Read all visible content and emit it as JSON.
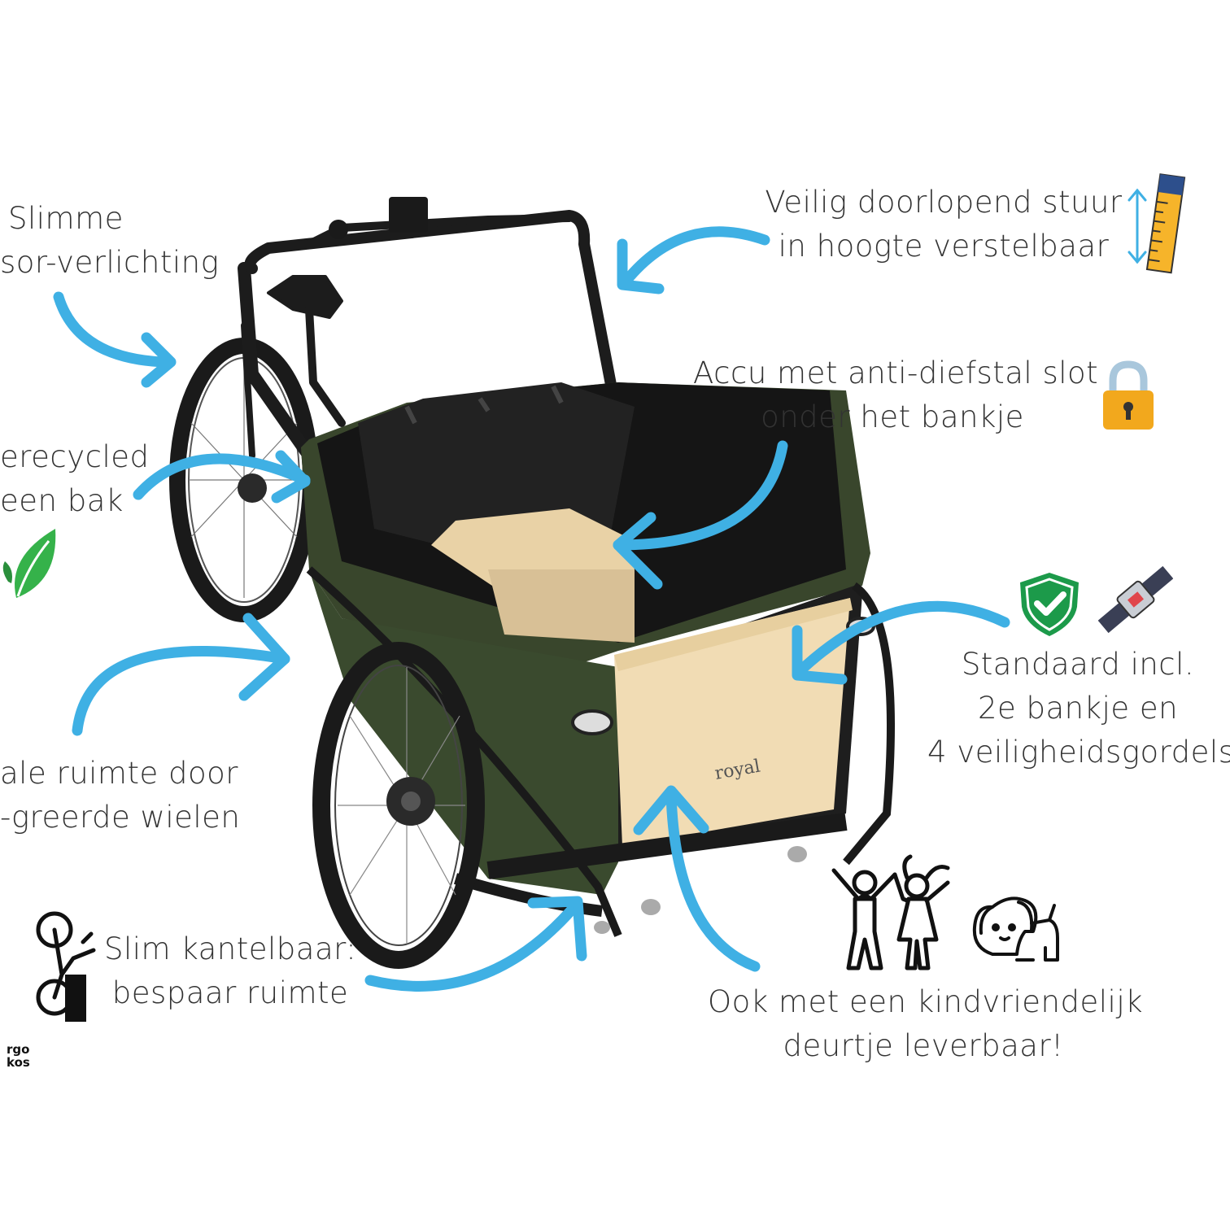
{
  "features": {
    "lighting": {
      "lines": [
        "Slimme",
        "sor-verlichting"
      ]
    },
    "steering": {
      "lines": [
        "Veilig doorlopend stuur",
        "in hoogte verstelbaar"
      ]
    },
    "battery": {
      "lines": [
        "Accu met anti-diefstal slot",
        "onder het bankje"
      ]
    },
    "recycled": {
      "lines": [
        "erecycled",
        "een bak"
      ]
    },
    "standard": {
      "lines": [
        "Standaard incl.",
        "2e bankje en",
        "4 veiligheidsgordels"
      ]
    },
    "space": {
      "lines": [
        "ale ruimte door",
        "-greerde wielen"
      ]
    },
    "tilt": {
      "lines": [
        "Slim kantelbaar:",
        "bespaar ruimte"
      ]
    },
    "door": {
      "lines": [
        "Ook met een kindvriendelijk",
        "deurtje leverbaar!"
      ]
    }
  },
  "brand_mark": "royal",
  "logo_lines": [
    "rgo",
    "kos"
  ],
  "colors": {
    "arrow": "#3fb0e4",
    "frame_green": "#3a4a2e",
    "wood": "#f1dcb4",
    "text": "#333333",
    "shield": "#1c9a4a",
    "lock_body": "#f2a81d",
    "leaf": "#35b24a"
  },
  "icons": [
    "ruler-icon",
    "lock-icon",
    "leaf-icon",
    "shield-check-icon",
    "seatbelt-icon",
    "kids-icon",
    "dog-icon",
    "tilt-bike-icon"
  ]
}
